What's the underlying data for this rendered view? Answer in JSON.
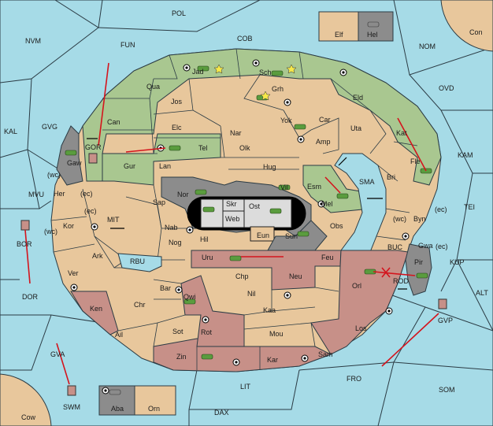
{
  "board": {
    "colors": {
      "sea": "#a6dbe7",
      "neutral": "#e8c79c",
      "green_power": "#a9c790",
      "red_power": "#c79088",
      "impassable": "#8c8c8c",
      "order_arrow": "#d4141d"
    },
    "sea_labels": {
      "POL": "POL",
      "NVM": "NVM",
      "FUN": "FUN",
      "COB": "COB",
      "NOM": "NOM",
      "Con": "Con",
      "OVD": "OVD",
      "KAL": "KAL",
      "GVG": "GVG",
      "KAM": "KAM",
      "MVU": "MVU",
      "SMA": "SMA",
      "TEI": "TEI",
      "MIT": "MIT",
      "BOR": "BOR",
      "DOR": "DOR",
      "RBU": "RBU",
      "BUC": "BUC",
      "KUP": "KUP",
      "ROD": "ROD",
      "ALT": "ALT",
      "GVP": "GVP",
      "GVA": "GVA",
      "FRO": "FRO",
      "SOM": "SOM",
      "LIT": "LIT",
      "SWM": "SWM",
      "Cow": "Cow",
      "DAX": "DAX",
      "Elf": "Elf",
      "Hel": "Hel",
      "Aba": "Aba",
      "Orn": "Orn"
    },
    "land_labels": {
      "Jad": "Jad",
      "Sch": "Sch",
      "Qua": "Qua",
      "Jos": "Jos",
      "Grh": "Grh",
      "Eld": "Eld",
      "Can": "Can",
      "Yok": "Yok",
      "Car": "Car",
      "Elc": "Elc",
      "Nar": "Nar",
      "Uta": "Uta",
      "Kat": "Kat",
      "Gor": "GOR",
      "Gaw": "Gaw",
      "Amp": "Amp",
      "Tel": "Tel",
      "Olk": "Olk",
      "Fle": "Fle",
      "Gur": "Gur",
      "Lan": "Lan",
      "Hug": "Hug",
      "Bri": "Bri",
      "Esm": "Esm",
      "Her": "Her",
      "Vil": "Vil",
      "Nor": "Nor",
      "Skr": "Skr",
      "Ost": "Ost",
      "Mel": "Mel",
      "Sap": "Sap",
      "Web": "Web",
      "Byn": "Byn",
      "Kor": "Kor",
      "Nab": "Nab",
      "Eun": "Eun",
      "Obs": "Obs",
      "Hil": "Hil",
      "Sun": "Sun",
      "Gwa": "Gwa",
      "Ark": "Ark",
      "Nog": "Nog",
      "Uru": "Uru",
      "Feu": "Feu",
      "Pir": "Pir",
      "Ver": "Ver",
      "Chp": "Chp",
      "Orl": "Orl",
      "Neu": "Neu",
      "Bar": "Bar",
      "Nil": "Nil",
      "Ken": "Ken",
      "Chr": "Chr",
      "Qwi": "Qwi",
      "Kaa": "Kaa",
      "Ail": "Ail",
      "Sot": "Sot",
      "Rot": "Rot",
      "Mou": "Mou",
      "Los": "Los",
      "Zin": "Zin",
      "Kar": "Kar",
      "Sam": "Sam"
    },
    "coast_labels": {
      "wc": "(wc)",
      "ec": "(ec)"
    }
  }
}
